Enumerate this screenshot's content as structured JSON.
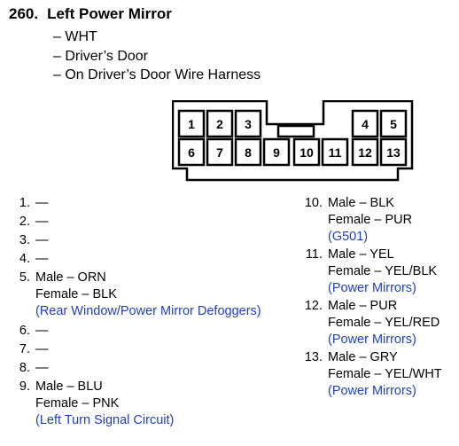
{
  "header": {
    "number": "260.",
    "title": "Left Power Mirror",
    "details": [
      "– WHT",
      "– Driver’s Door",
      "– On Driver’s Door Wire Harness"
    ]
  },
  "connector": {
    "top_row": [
      "1",
      "2",
      "3",
      "4",
      "5"
    ],
    "bottom_row": [
      "6",
      "7",
      "8",
      "9",
      "10",
      "11",
      "12",
      "13"
    ]
  },
  "pins_left": [
    {
      "num": "1.",
      "lines": [
        "—"
      ],
      "note": ""
    },
    {
      "num": "2.",
      "lines": [
        "—"
      ],
      "note": ""
    },
    {
      "num": "3.",
      "lines": [
        "—"
      ],
      "note": ""
    },
    {
      "num": "4.",
      "lines": [
        "—"
      ],
      "note": ""
    },
    {
      "num": "5.",
      "lines": [
        "Male – ORN",
        "Female – BLK"
      ],
      "note": "(Rear Window/Power Mirror Defoggers)"
    },
    {
      "num": "6.",
      "lines": [
        "—"
      ],
      "note": ""
    },
    {
      "num": "7.",
      "lines": [
        "—"
      ],
      "note": ""
    },
    {
      "num": "8.",
      "lines": [
        "—"
      ],
      "note": ""
    },
    {
      "num": "9.",
      "lines": [
        "Male – BLU",
        "Female – PNK"
      ],
      "note": "(Left Turn Signal Circuit)"
    }
  ],
  "pins_right": [
    {
      "num": "10.",
      "lines": [
        "Male – BLK",
        "Female – PUR"
      ],
      "note": "(G501)"
    },
    {
      "num": "11.",
      "lines": [
        "Male – YEL",
        "Female – YEL/BLK"
      ],
      "note": "(Power Mirrors)"
    },
    {
      "num": "12.",
      "lines": [
        "Male – PUR",
        "Female – YEL/RED"
      ],
      "note": "(Power Mirrors)"
    },
    {
      "num": "13.",
      "lines": [
        "Male – GRY",
        "Female – YEL/WHT"
      ],
      "note": "(Power Mirrors)"
    }
  ],
  "colors": {
    "note": "#1f3fbf"
  }
}
